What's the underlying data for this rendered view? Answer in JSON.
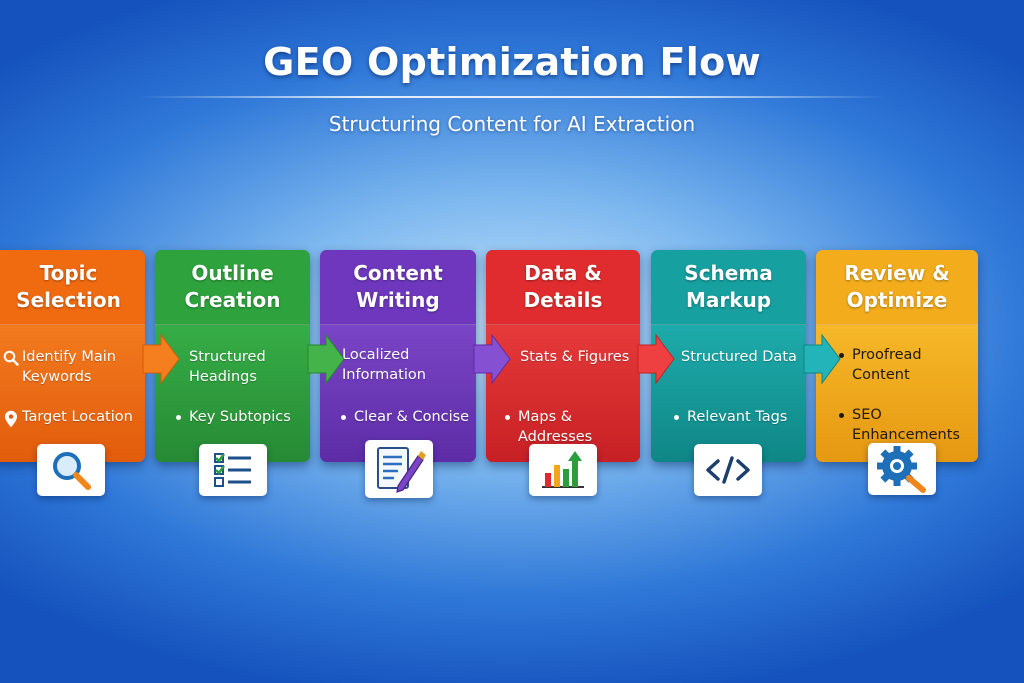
{
  "header": {
    "title": "GEO Optimization Flow",
    "subtitle": "Structuring Content for AI Extraction"
  },
  "colors": {
    "orange": "#f26a10",
    "green": "#2c9d3c",
    "purple": "#6a35b8",
    "red": "#de2a2c",
    "teal": "#149a9a",
    "gold": "#f0a81a"
  },
  "steps": [
    {
      "title": "Topic\nSelection",
      "items": [
        "Identify Main\nKeywords",
        "Target Location"
      ],
      "tile_icon": "magnifier-icon"
    },
    {
      "title": "Outline\nCreation",
      "items": [
        "Structured\nHeadings",
        "Key Subtopics"
      ],
      "tile_icon": "checklist-icon"
    },
    {
      "title": "Content\nWriting",
      "items": [
        "Localized\nInformation",
        "Clear & Concise"
      ],
      "tile_icon": "document-pen-icon"
    },
    {
      "title": "Data &\nDetails",
      "items": [
        "Stats & Figures",
        "Maps & Addresses"
      ],
      "tile_icon": "bar-chart-icon"
    },
    {
      "title": "Schema\nMarkup",
      "items": [
        "Structured Data",
        "Relevant Tags"
      ],
      "tile_icon": "code-icon"
    },
    {
      "title": "Review &\nOptimize",
      "items": [
        "Proofread Content",
        "SEO Enhancements"
      ],
      "tile_icon": "gear-magnifier-icon"
    }
  ]
}
